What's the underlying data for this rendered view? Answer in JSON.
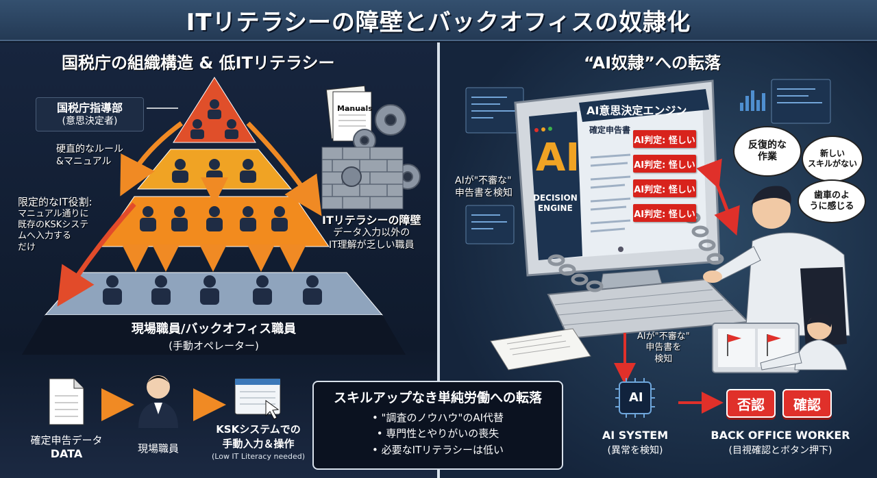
{
  "title": "ITリテラシーの障壁とバックオフィスの奴隷化",
  "left": {
    "heading": "国税庁の組織構造 & 低ITリテラシー",
    "hq": {
      "line1": "国税庁指導部",
      "line2": "(意思決定者)"
    },
    "rules": {
      "line1": "硬直的なルール",
      "line2": "&マニュアル"
    },
    "limited": {
      "line1": "限定的なIT役割:",
      "line2": "マニュアル通りに",
      "line3": "既存のKSKシステ",
      "line4": "ムへ入力する",
      "line5": "だけ"
    },
    "manuals_label": "Manuals",
    "barrier": {
      "line1": "ITリテラシーの障壁",
      "line2": "データ入力以外の",
      "line3": "IT理解が乏しい職員"
    },
    "base": {
      "line1": "現場職員/バックオフィス職員",
      "line2": "(手動オペレーター)"
    },
    "flow": [
      {
        "line1": "確定申告データ",
        "line2": "DATA"
      },
      {
        "line1": "現場職員"
      },
      {
        "line1": "KSKシステムでの",
        "line2": "手動入力＆操作",
        "line3": "(Low IT Literacy needed)"
      }
    ]
  },
  "callout": {
    "title": "スキルアップなき単純労働への転落",
    "items": [
      "• \"調査のノウハウ\"のAI代替",
      "• 専門性とやりがいの喪失",
      "• 必要なITリテラシーは低い"
    ]
  },
  "right": {
    "heading": "“AI奴隷”への転落",
    "engine_title": "AI意思決定エンジン",
    "doc_label": "確定申告書",
    "flags": [
      "AI判定: 怪しい",
      "AI判定: 怪しい",
      "AI判定: 怪しい",
      "AI判定: 怪しい"
    ],
    "screen_ai": "AI",
    "screen_engine": {
      "line1": "DECISION",
      "line2": "ENGINE"
    },
    "detect_left": {
      "line1": "AIが\"不審な\"",
      "line2": "申告書を検知"
    },
    "detect_center": {
      "line1": "AIが\"不審な\"",
      "line2": "申告書を",
      "line3": "検知"
    },
    "bubbles": [
      {
        "line1": "反復的な",
        "line2": "作業"
      },
      {
        "line1": "新しい",
        "line2": "スキルがない"
      },
      {
        "line1": "歯車のよ",
        "line2": "うに感じる"
      }
    ],
    "chip_label": "AI",
    "ai_system": {
      "line1": "AI SYSTEM",
      "line2": "(異常を検知)"
    },
    "worker": {
      "line1": "BACK OFFICE WORKER",
      "line2": "(目視確認とボタン押下)"
    },
    "buttons": {
      "reject": "否認",
      "confirm": "確認"
    }
  },
  "colors": {
    "pyramid_top": "#e04f2a",
    "pyramid_mid": "#f0a324",
    "pyramid_low": "#f28b1e",
    "pyramid_base": "#8fa4bd",
    "alert_red": "#d8231c",
    "arrow_orange": "#f08a24"
  },
  "icons": [
    "gear-icon",
    "brick-wall-icon",
    "manual-book-icon",
    "document-icon",
    "person-icon",
    "form-screen-icon",
    "ai-chip-icon",
    "chain-icon",
    "monitor-icon",
    "hand-cursor-icon"
  ]
}
